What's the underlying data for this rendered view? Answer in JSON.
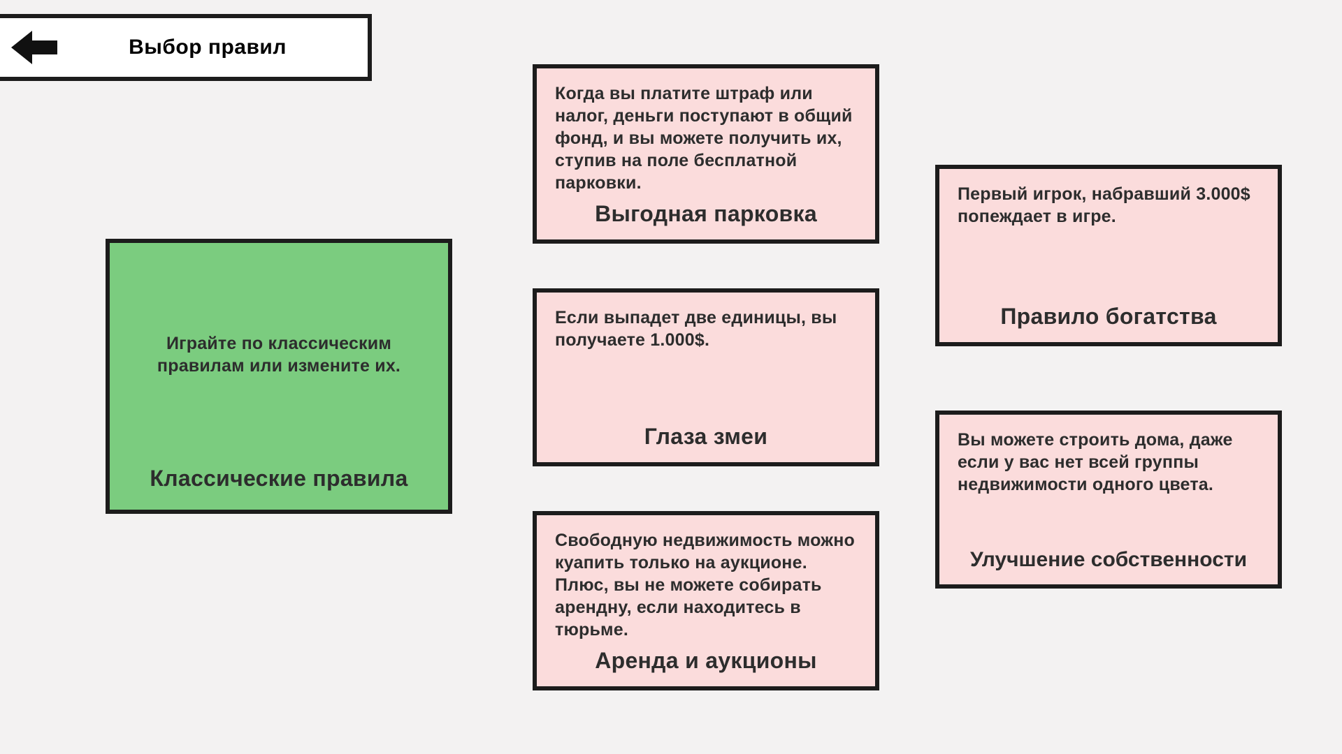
{
  "colors": {
    "bg": "#f3f2f2",
    "pink": "#fbdcdc",
    "green": "#7bcc7f",
    "border": "#1c1c1c",
    "text": "#2d2d2d",
    "button_bg": "#ffffff",
    "arrow": "#111111"
  },
  "header": {
    "back_label": "Выбор правил"
  },
  "cards": {
    "classic": {
      "body": "Играйте по классическим правилам или измените их.",
      "title": "Классические правила"
    },
    "parking": {
      "body": "Когда вы платите штраф или налог, деньги поступают в общий фонд, и вы можете получить их, ступив на поле бесплатной парковки.",
      "title": "Выгодная парковка"
    },
    "snake_eyes": {
      "body": "Если выпадет две единицы, вы получаете 1.000$.",
      "title": "Глаза змеи"
    },
    "rent_auctions": {
      "body": "Свободную недвижимость можно куапить только на аукционе. Плюс, вы не можете собирать арендну, если находитесь в тюрьме.",
      "title": "Аренда и аукционы"
    },
    "wealth": {
      "body": "Первый игрок, набравший 3.000$ попеждает в игре.",
      "title": "Правило богатства"
    },
    "property": {
      "body": "Вы можете строить дома, даже если у вас нет всей группы недвижимости одного цвета.",
      "title": "Улучшение собственности"
    }
  }
}
